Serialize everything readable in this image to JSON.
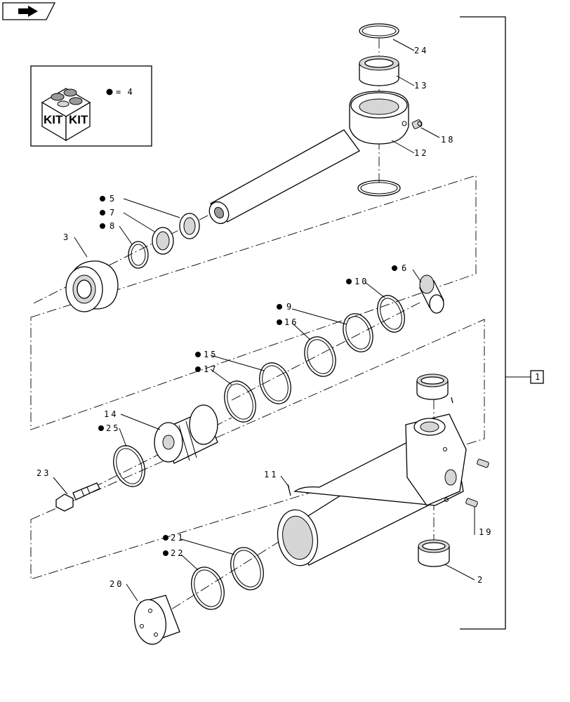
{
  "kit_legend": {
    "kit_text_left": "KIT",
    "kit_text_right": "KIT",
    "equals_value": "= 4"
  },
  "labels": {
    "p1": "1",
    "p2": "2",
    "p3": "3",
    "p5": "5",
    "p6": "6",
    "p7": "7",
    "p8": "8",
    "p9": "9",
    "p10": "10",
    "p11": "11",
    "p12": "12",
    "p13": "13",
    "p14": "14",
    "p15": "15",
    "p16": "16",
    "p17": "17",
    "p18": "18",
    "p19": "19",
    "p20": "20",
    "p21": "21",
    "p22": "22",
    "p23": "23",
    "p24": "24",
    "p25": "25"
  },
  "icons": {
    "corner_nav": "arrow-right-icon",
    "kit_marker": "filled-circle-icon"
  }
}
